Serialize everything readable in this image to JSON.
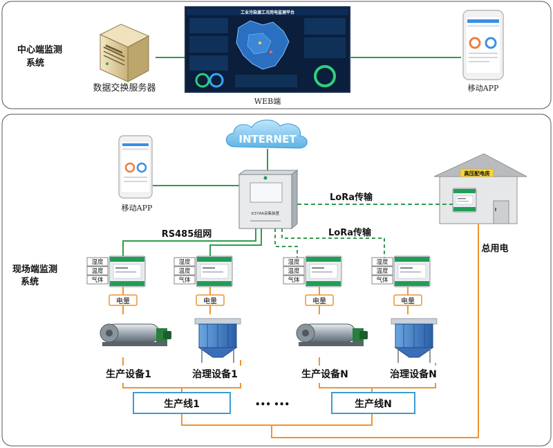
{
  "center": {
    "system_label_1": "中心端监测",
    "system_label_2": "系统",
    "server_label": "数据交换服务器",
    "web_label": "WEB端",
    "web_title": "工业污染源工况用电监测平台",
    "mobile_label": "移动APP"
  },
  "field": {
    "system_label_1": "现场端监测",
    "system_label_2": "系统",
    "internet_label": "INTERNET",
    "mobile_label": "移动APP",
    "gateway_label": "K37AR采集装置",
    "gateway_logo": "",
    "rs485_label": "RS485组网",
    "lora_label_1": "LoRa传输",
    "lora_label_2": "LoRa传输",
    "house_sign": "高压配电房",
    "house_label": "总用电",
    "modules": [
      {
        "sensors": [
          "湿度",
          "温度",
          "气体"
        ],
        "meter_label": "电量",
        "device_label": "生产设备1",
        "device_type": "ball-mill"
      },
      {
        "sensors": [
          "湿度",
          "温度",
          "气体"
        ],
        "meter_label": "电量",
        "device_label": "治理设备1",
        "device_type": "dust-collector"
      },
      {
        "sensors": [
          "湿度",
          "温度",
          "气体"
        ],
        "meter_label": "电量",
        "device_label": "生产设备N",
        "device_type": "ball-mill"
      },
      {
        "sensors": [
          "湿度",
          "温度",
          "气体"
        ],
        "meter_label": "电量",
        "device_label": "治理设备N",
        "device_type": "dust-collector"
      }
    ],
    "line_1_label": "生产线1",
    "line_n_label": "生产线N",
    "ellipsis": "•••  •••"
  },
  "colors": {
    "green_line": "#2e9b4a",
    "lora_dash": "#2e9b4a",
    "orange_line": "#f0942c",
    "blue_box": "#3a9bd6",
    "panel_border": "#555555"
  }
}
